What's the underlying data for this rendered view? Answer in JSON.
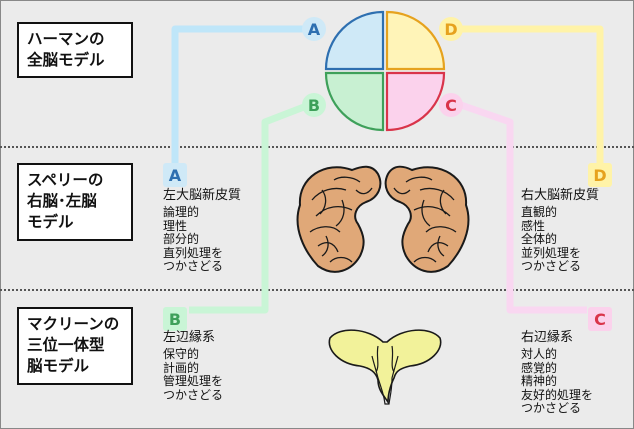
{
  "models": [
    {
      "id": "herrmann",
      "lines": [
        "ハーマンの",
        "全脳モデル"
      ]
    },
    {
      "id": "sperry",
      "lines": [
        "スペリーの",
        "右脳･左脳",
        "モデル"
      ]
    },
    {
      "id": "maclean",
      "lines": [
        "マクリーンの",
        "三位一体型",
        "脳モデル"
      ]
    }
  ],
  "quadrants": {
    "A": {
      "letter": "A",
      "color": "#2e6fb0",
      "fill": "#cfe9f7",
      "line": "#bfe6f9"
    },
    "B": {
      "letter": "B",
      "color": "#3ea05a",
      "fill": "#c8f0d2",
      "line": "#c9f5d6"
    },
    "C": {
      "letter": "C",
      "color": "#d9344a",
      "fill": "#fbd2ec",
      "line": "#f9d7f1"
    },
    "D": {
      "letter": "D",
      "color": "#e6a21e",
      "fill": "#fff4b8",
      "line": "#fff3a8"
    }
  },
  "descriptions": {
    "A": {
      "head": "左大脳新皮質",
      "items": [
        "論理的",
        "理性",
        "部分的",
        "直列処理を",
        "つかさどる"
      ]
    },
    "D": {
      "head": "右大脳新皮質",
      "items": [
        "直観的",
        "感性",
        "全体的",
        "並列処理を",
        "つかさどる"
      ]
    },
    "B": {
      "head": "左辺縁系",
      "items": [
        "保守的",
        "計画的",
        "管理処理を",
        "つかさどる"
      ]
    },
    "C": {
      "head": "右辺縁系",
      "items": [
        "対人的",
        "感覚的",
        "精神的",
        "友好的処理を",
        "つかさどる"
      ]
    }
  },
  "colors": {
    "background": "#ebebeb",
    "brain_fill": "#e0a878",
    "brain_stroke": "#1a1a1a",
    "limbic_fill": "#f2f29a"
  }
}
